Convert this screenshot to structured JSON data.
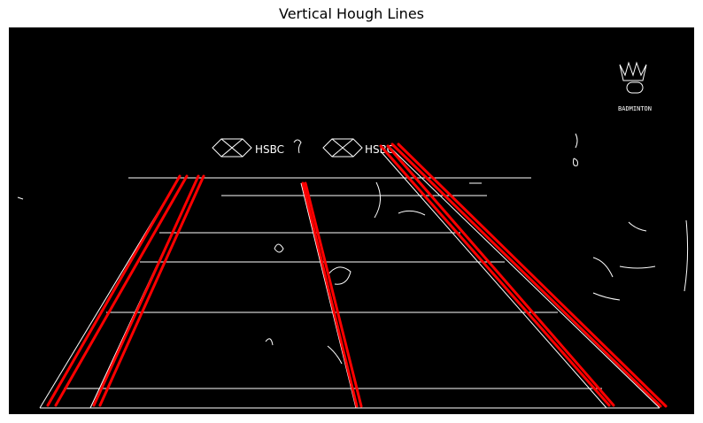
{
  "figure": {
    "title": "Vertical Hough Lines"
  },
  "image": {
    "background": "#000000",
    "edge_color": "#ffffff",
    "line_color": "#ff0000",
    "banner_text": "HSBC",
    "logo_text": "BADMINTON"
  }
}
